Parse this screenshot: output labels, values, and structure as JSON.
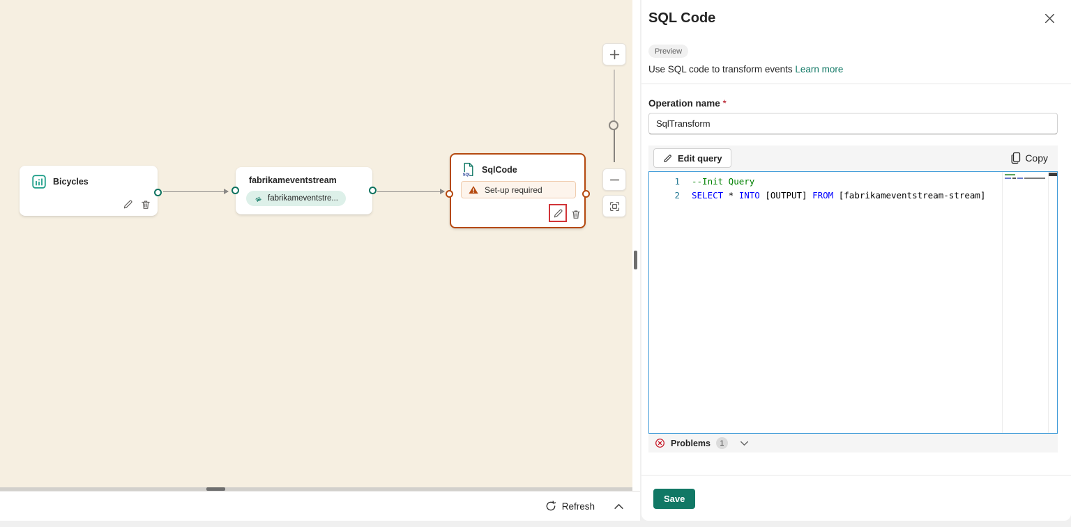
{
  "colors": {
    "canvas_bg": "#f6efe1",
    "accent_teal": "#117865",
    "port_teal": "#0e7360",
    "warning_border": "#b5490f",
    "highlight_red": "#d13438",
    "editor_focus_border": "#3f9bd8",
    "keyword": "#0000ff",
    "comment": "#008000",
    "plain": "#000000",
    "save_button_bg": "#117865"
  },
  "canvas": {
    "nodes": {
      "bicycles": {
        "title": "Bicycles"
      },
      "eventstream": {
        "title": "fabrikameventstream",
        "badge": "fabrikameventstre..."
      },
      "sqlcode": {
        "title": "SqlCode",
        "warning": "Set-up required"
      }
    },
    "refresh_label": "Refresh"
  },
  "panel": {
    "title": "SQL Code",
    "preview_badge": "Preview",
    "description": "Use SQL code to transform events",
    "learn_more_label": "Learn more",
    "operation_name_label": "Operation name",
    "required_marker": "*",
    "operation_name_value": "SqlTransform",
    "toolbar": {
      "edit_query_label": "Edit query",
      "copy_label": "Copy"
    },
    "editor": {
      "lines": [
        {
          "number": "1",
          "tokens": [
            {
              "text": "--Init Query",
              "type": "comment"
            }
          ]
        },
        {
          "number": "2",
          "tokens": [
            {
              "text": "SELECT",
              "type": "keyword"
            },
            {
              "text": " * ",
              "type": "plain"
            },
            {
              "text": "INTO",
              "type": "keyword"
            },
            {
              "text": " [OUTPUT] ",
              "type": "plain"
            },
            {
              "text": "FROM",
              "type": "keyword"
            },
            {
              "text": " [fabrikameventstream-stream]",
              "type": "plain"
            }
          ]
        }
      ]
    },
    "problems": {
      "label": "Problems",
      "count": "1"
    },
    "save_label": "Save"
  }
}
